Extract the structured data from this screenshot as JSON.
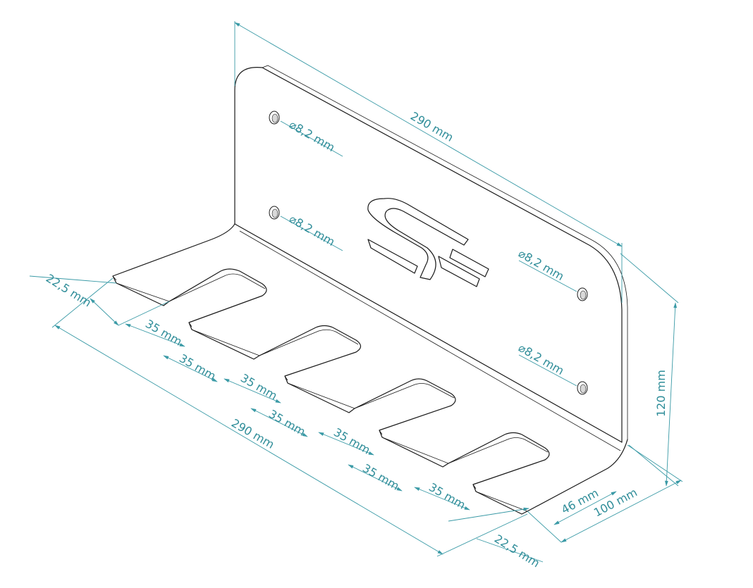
{
  "colors": {
    "dimension": "#3a9aa6",
    "outline": "#1a1a1a",
    "background": "#ffffff"
  },
  "dimensions": {
    "top_length": "290 mm",
    "bottom_length": "290 mm",
    "height": "120 mm",
    "depth_total": "100 mm",
    "depth_slot": "46 mm",
    "edge_left": "22,5 mm",
    "edge_right": "22,5 mm",
    "gap_1": "35 mm",
    "gap_2": "35 mm",
    "gap_3": "35 mm",
    "gap_4": "35 mm",
    "gap_5": "35 mm",
    "gap_6": "35 mm",
    "gap_7": "35 mm",
    "hole_1": "⌀8,2 mm",
    "hole_2": "⌀8,2 mm",
    "hole_3": "⌀8,2 mm",
    "hole_4": "⌀8,2 mm"
  },
  "logo_text": "SF"
}
